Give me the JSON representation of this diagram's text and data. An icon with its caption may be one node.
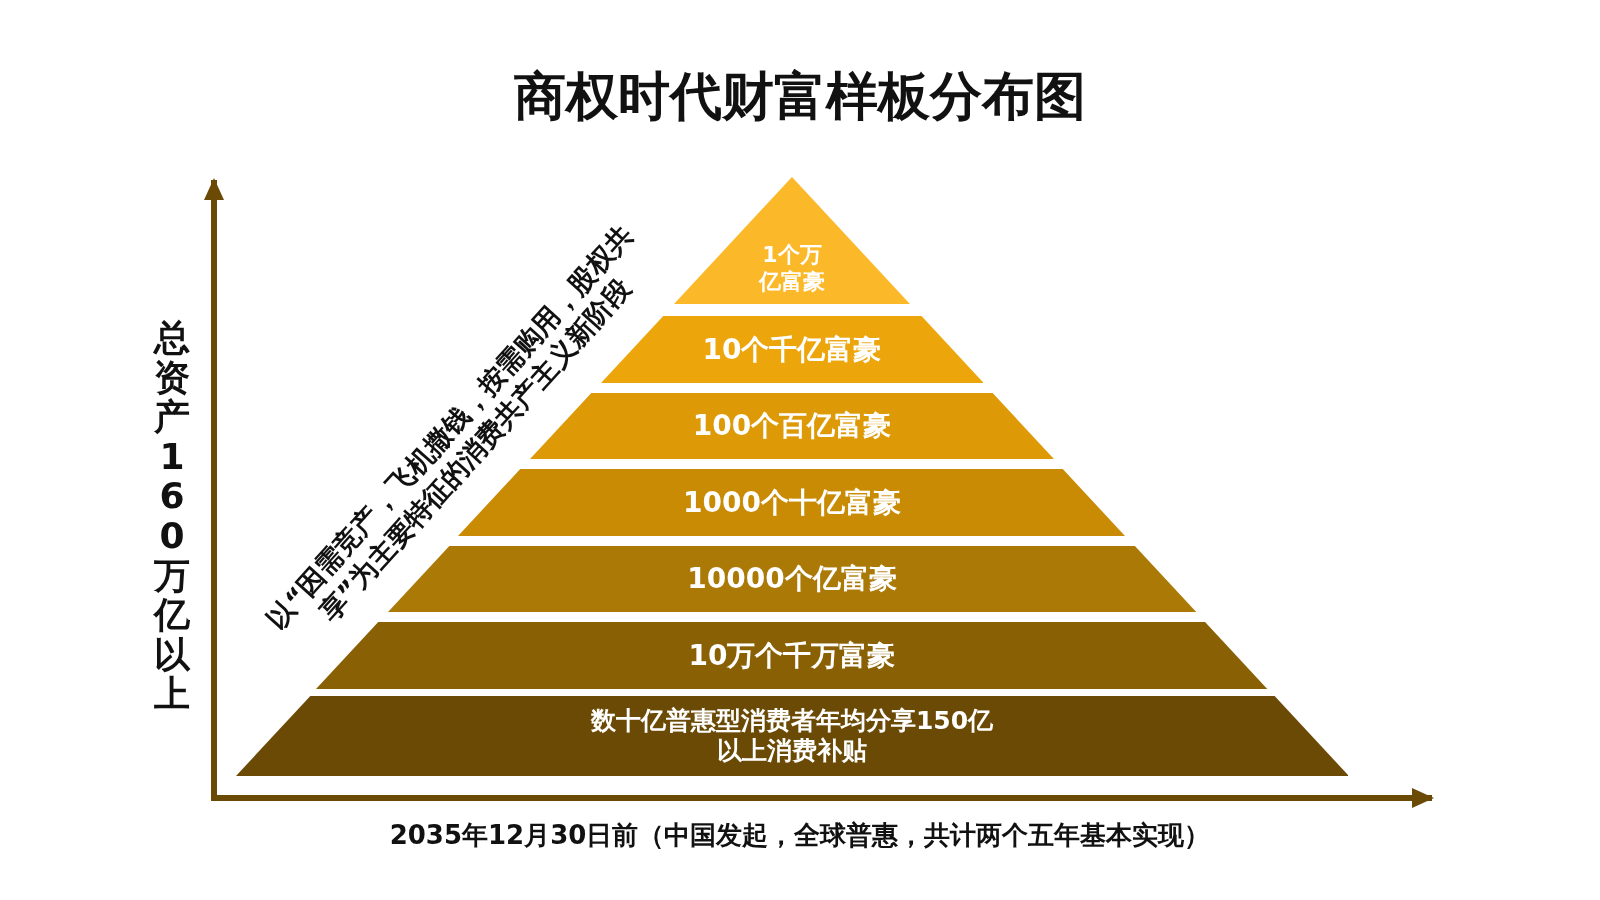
{
  "diagram": {
    "title": "商权时代财富样板分布图",
    "nodes": [
      {
        "text": [
          "1个万亿富豪"
        ]
      },
      {
        "text": [
          "10个千亿富豪"
        ]
      },
      {
        "text": [
          "100个百亿富豪"
        ]
      },
      {
        "text": [
          "1000个十亿富豪"
        ]
      },
      {
        "text": [
          "10000个亿富豪"
        ]
      },
      {
        "text": [
          "10万个千万富豪"
        ]
      },
      {
        "text": [
          "数十亿普惠型消费者年均分享150亿以上消费补贴"
        ]
      }
    ],
    "edges": [],
    "labels": [
      "总资产160万亿以上",
      "以“因需竞产，飞机撒钱，按需购用，股权共享”为主要特征的消费共产主义新阶段",
      "2035年12月30日前（中国发起，全球普惠，共计两个五年基本实现）"
    ]
  }
}
